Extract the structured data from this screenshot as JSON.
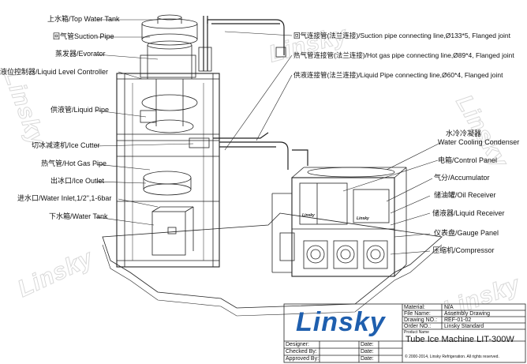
{
  "watermark": "Linsky",
  "callouts_left": [
    "上水箱/Top Water Tank",
    "回气管Suction Pipe",
    "蒸发器/Evorator",
    "液位控制器/Liquid Level Controller",
    "供液管/Liquid Pipe",
    "切冰减速机/Ice Cutter",
    "热气管/Hot Gas Pipe",
    "出冰口/Ice Outlet",
    "进水口/Water Inlet,1/2\",1-6bar",
    "下水箱/Water Tank"
  ],
  "callouts_top": [
    "回气连接管(法兰连接)/Suction pipe connecting line,Ø133*5, Flanged joint",
    "热气管连接管(法兰连接)/Hot gas pipe connecting line,Ø89*4, Flanged joint",
    "供液连接管(法兰连接)/Liquid Pipe connecting line,Ø60*4, Flanged joint"
  ],
  "callouts_right": [
    "水冷冷凝器",
    "Water Cooling Condenser",
    "电箱/Control Panel",
    "气分/Accumulator",
    "储油罐/Oil Receiver",
    "储液器/Liquid Receiver",
    "仪表盘/Gauge Panel",
    "压缩机/Compressor"
  ],
  "panel_logo": "Linsky",
  "title_block": {
    "logo": "Linsky",
    "fields": [
      {
        "label": "Material:",
        "value": "N/A"
      },
      {
        "label": "File Name:",
        "value": "Assembly Drawing"
      },
      {
        "label": "Drawing NO.:",
        "value": "REF-01-02"
      },
      {
        "label": "Order NO.:",
        "value": "Linsky Standard"
      }
    ],
    "product_label": "Product Name",
    "product_name": "Tube Ice Machine LIT-300W",
    "copyright": "© 2000-2014, Linsky Refrigeration. All rights reserved.",
    "sign_rows": [
      {
        "label": "Designer:",
        "date": "Date:"
      },
      {
        "label": "Checked By:",
        "date": "Date:"
      },
      {
        "label": "Approved By:",
        "date": "Date:"
      }
    ]
  }
}
